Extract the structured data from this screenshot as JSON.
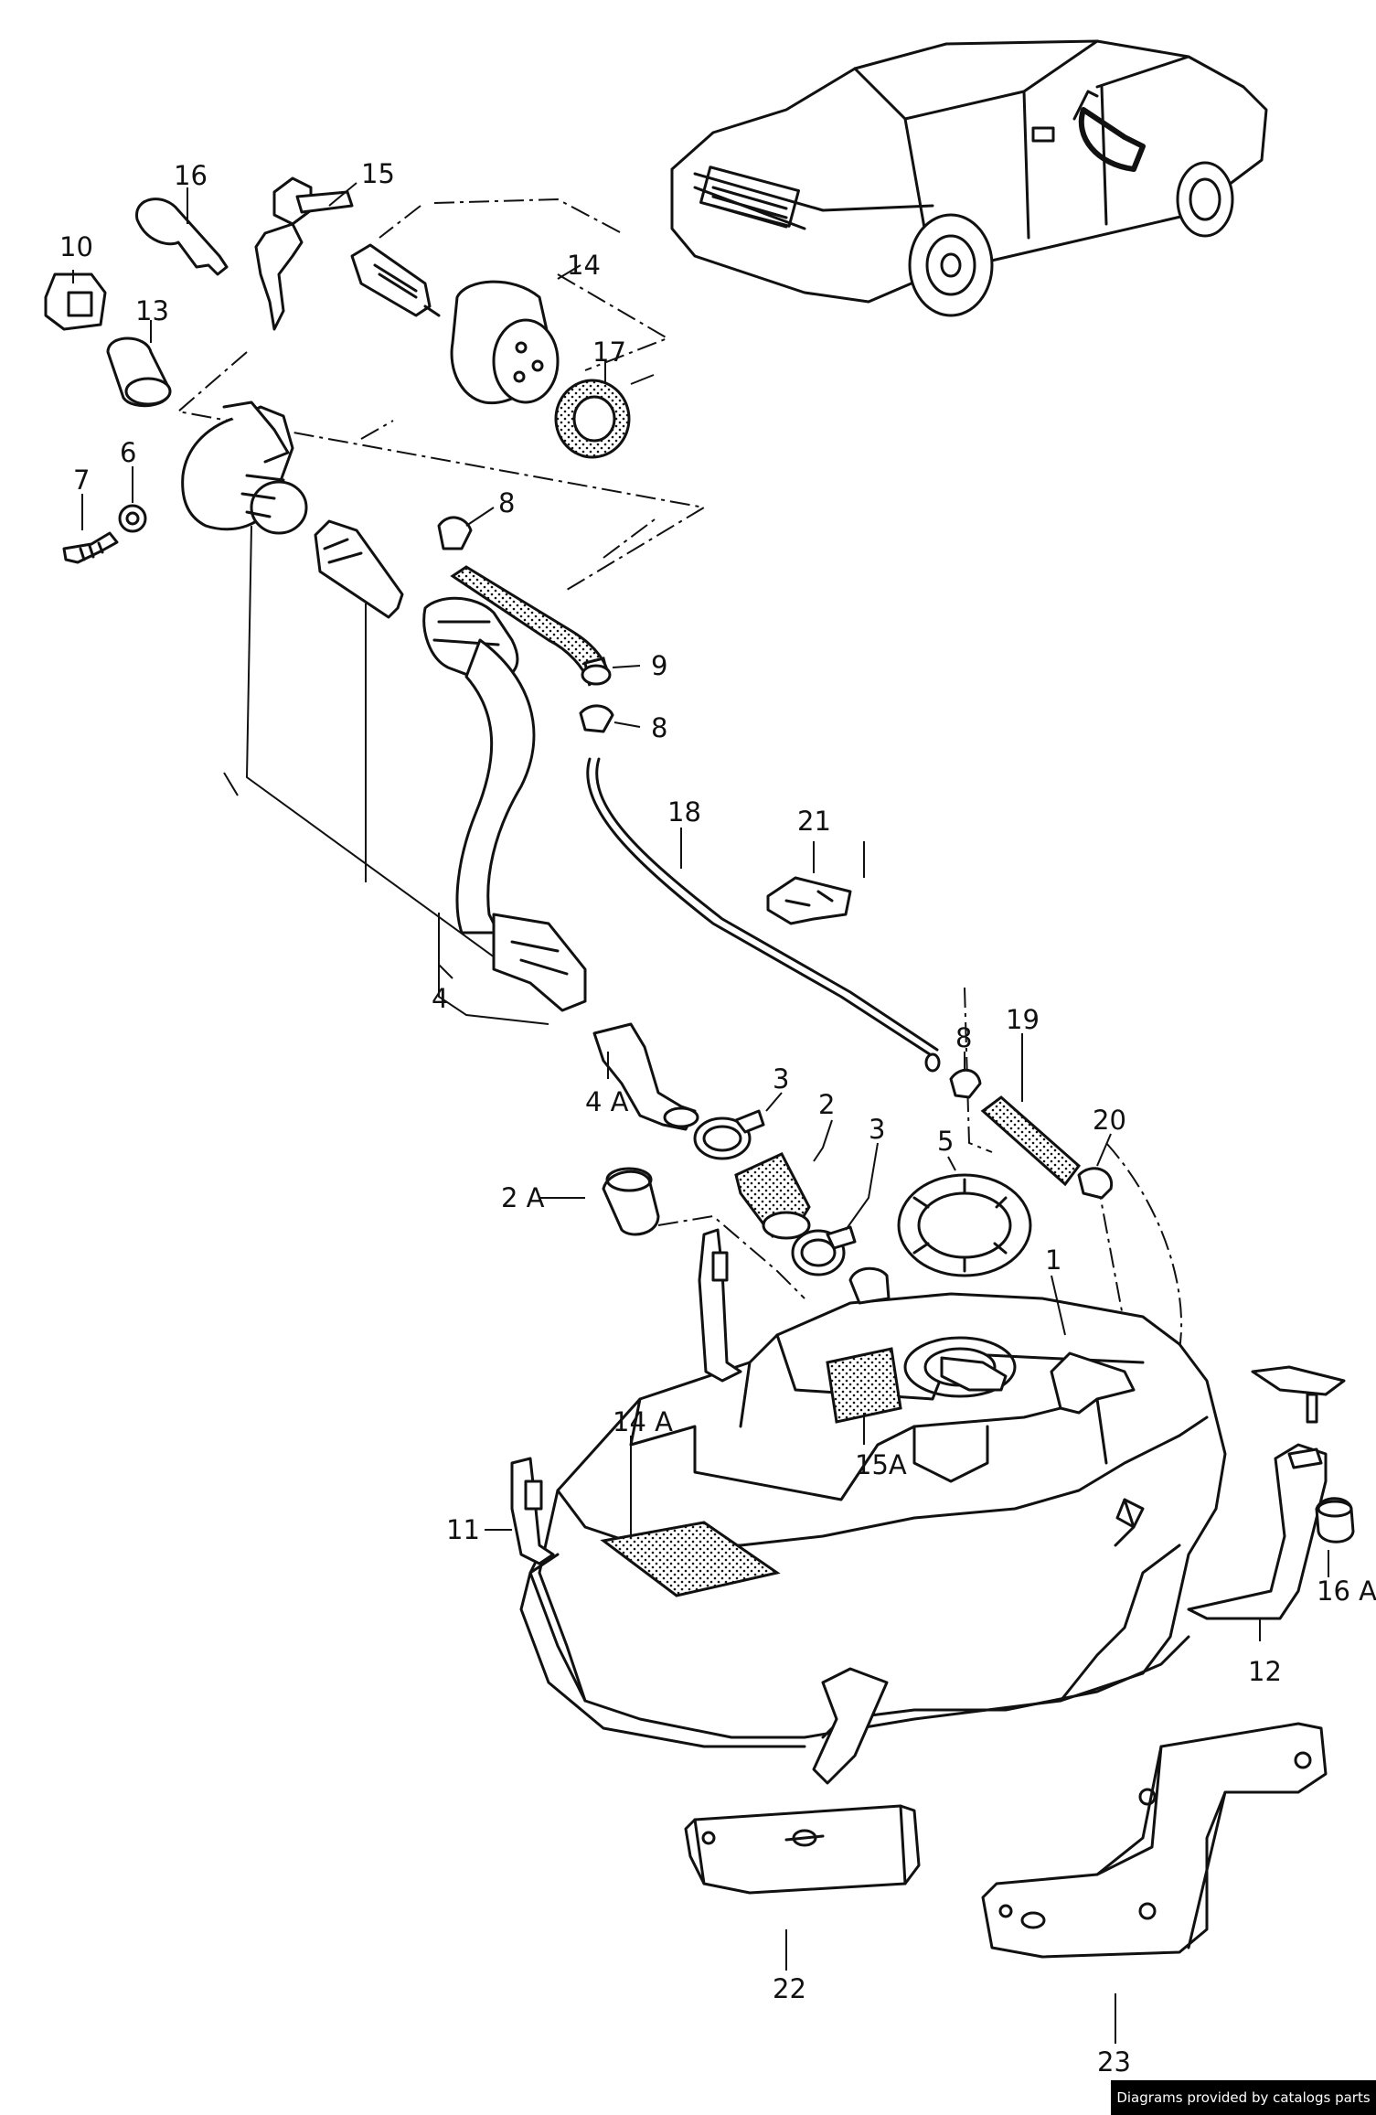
{
  "labels": {
    "p1": "1",
    "p2": "2",
    "p2A": "2 A",
    "p3a": "3",
    "p3b": "3",
    "p4": "4",
    "p4A": "4 A",
    "p5": "5",
    "p6": "6",
    "p7": "7",
    "p8a": "8",
    "p8b": "8",
    "p8c": "8",
    "p9": "9",
    "p10": "10",
    "p11": "11",
    "p12": "12",
    "p13": "13",
    "p14": "14",
    "p14A": "14 A",
    "p15": "15",
    "p15A": "15A",
    "p16": "16",
    "p16A": "16 A",
    "p17": "17",
    "p18": "18",
    "p19": "19",
    "p20": "20",
    "p21": "21",
    "p22": "22",
    "p23": "23"
  },
  "credit": "Diagrams provided by catalogs parts"
}
